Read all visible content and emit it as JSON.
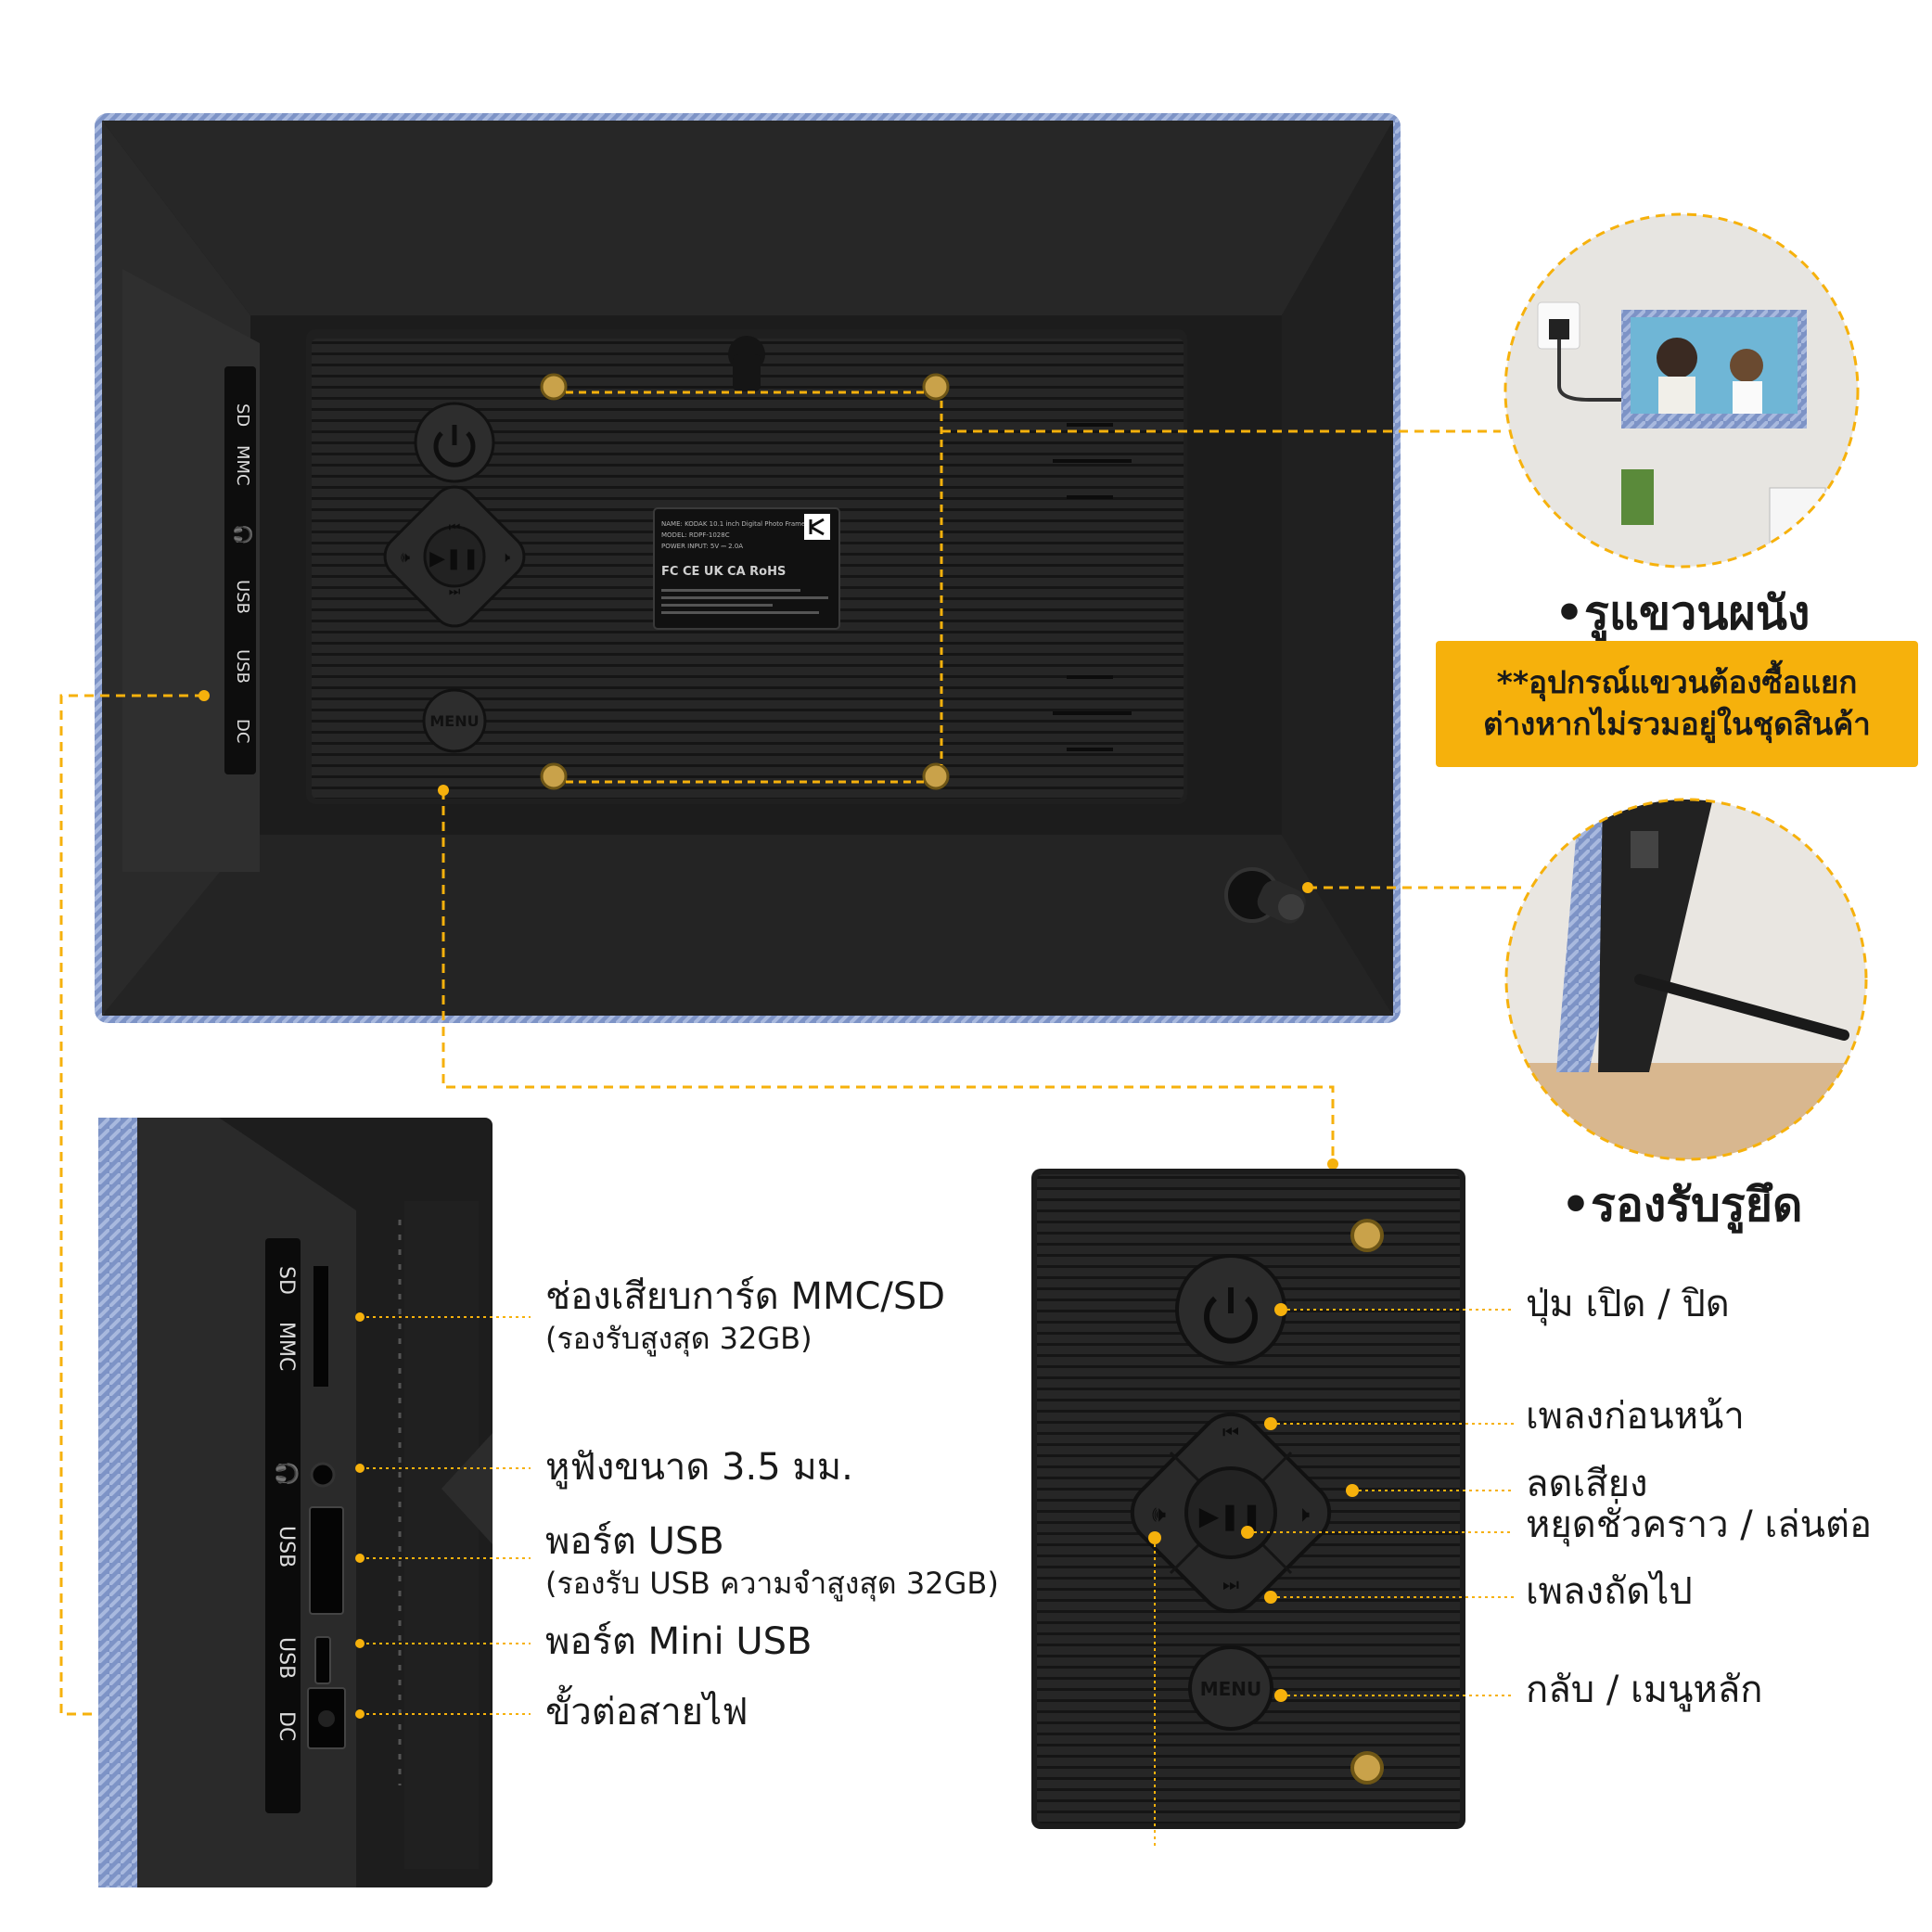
{
  "top_panel": {
    "side_port_labels": [
      "SD",
      "MMC",
      "🎧",
      "USB",
      "USB",
      "DC"
    ],
    "menu_label": "MENU",
    "rating_label_lines": [
      "NAME: KODAK 10.1 inch Digital Photo Frame",
      "MODEL: RDPF-1028C",
      "POWER INPUT: 5V ⎓ 2.0A",
      "FC CE UK CA RoHS"
    ]
  },
  "wall_mount": {
    "label": "•รูแขวนผนัง",
    "note_line1": "**อุปกรณ์แขวนต้องซื้อแยก",
    "note_line2": "ต่างหากไม่รวมอยู่ในชุดสินค้า"
  },
  "stand": {
    "label": "•รองรับรูยึด"
  },
  "side_ports": [
    {
      "title": "ช่องเสียบการ์ด MMC/SD",
      "detail": "(รองรับสูงสุด 32GB)"
    },
    {
      "title": "หูฟังขนาด 3.5 มม.",
      "detail": ""
    },
    {
      "title": "พอร์ต USB",
      "detail": "(รองรับ USB ความจำสูงสุด 32GB)"
    },
    {
      "title": "พอร์ต Mini USB",
      "detail": ""
    },
    {
      "title": "ขั้วต่อสายไฟ",
      "detail": ""
    }
  ],
  "side_panel_labels": [
    "SD",
    "MMC",
    "🎧",
    "USB",
    "USB",
    "DC"
  ],
  "buttons": [
    {
      "label": "ปุ่ม เปิด / ปิด"
    },
    {
      "label": "เพลงก่อนหน้า"
    },
    {
      "label": "ลดเสียง"
    },
    {
      "label": "หยุดชั่วคราว / เล่นต่อ"
    },
    {
      "label": "เพลงถัดไป"
    },
    {
      "label": "กลับ / เมนูหลัก"
    }
  ],
  "colors": {
    "accent": "#f6b10c",
    "frame": "#1e1e1e",
    "border": "#6d83b8"
  }
}
